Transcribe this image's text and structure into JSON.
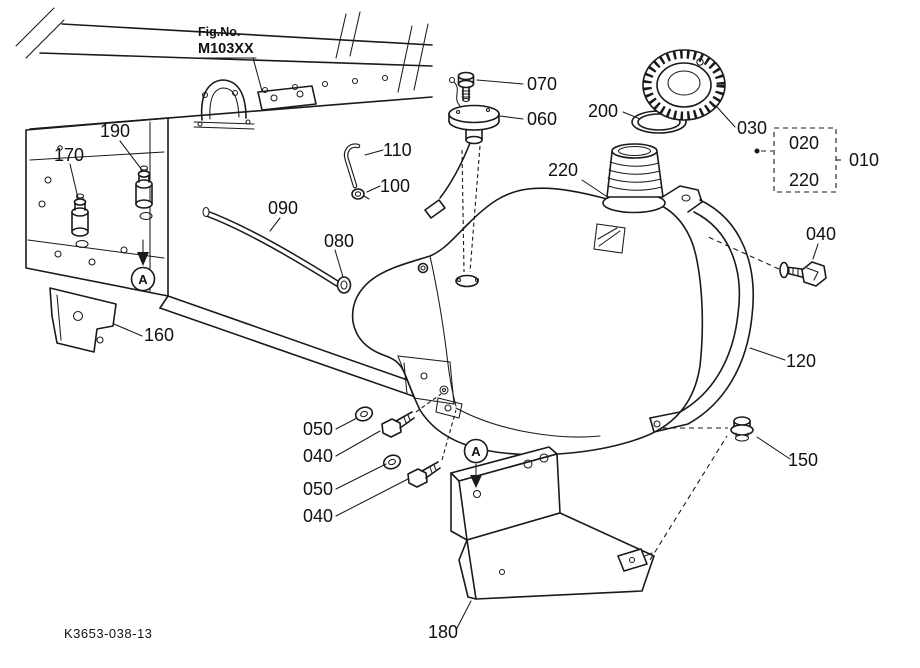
{
  "figure": {
    "fig_label": "Fig.No.",
    "fig_value": "M103XX",
    "drawing_code": "K3653-038-13",
    "view_marker": "A"
  },
  "callouts": [
    {
      "label": "070"
    },
    {
      "label": "060"
    },
    {
      "label": "200"
    },
    {
      "label": "030"
    },
    {
      "label": "020"
    },
    {
      "label": "010"
    },
    {
      "label": "220"
    },
    {
      "label": "220"
    },
    {
      "label": "110"
    },
    {
      "label": "100"
    },
    {
      "label": "190"
    },
    {
      "label": "170"
    },
    {
      "label": "090"
    },
    {
      "label": "080"
    },
    {
      "label": "040"
    },
    {
      "label": "120"
    },
    {
      "label": "160"
    },
    {
      "label": "150"
    },
    {
      "label": "050"
    },
    {
      "label": "040"
    },
    {
      "label": "050"
    },
    {
      "label": "040"
    },
    {
      "label": "180"
    }
  ],
  "colors": {
    "ink": "#1a1a1a",
    "background": "#ffffff"
  }
}
